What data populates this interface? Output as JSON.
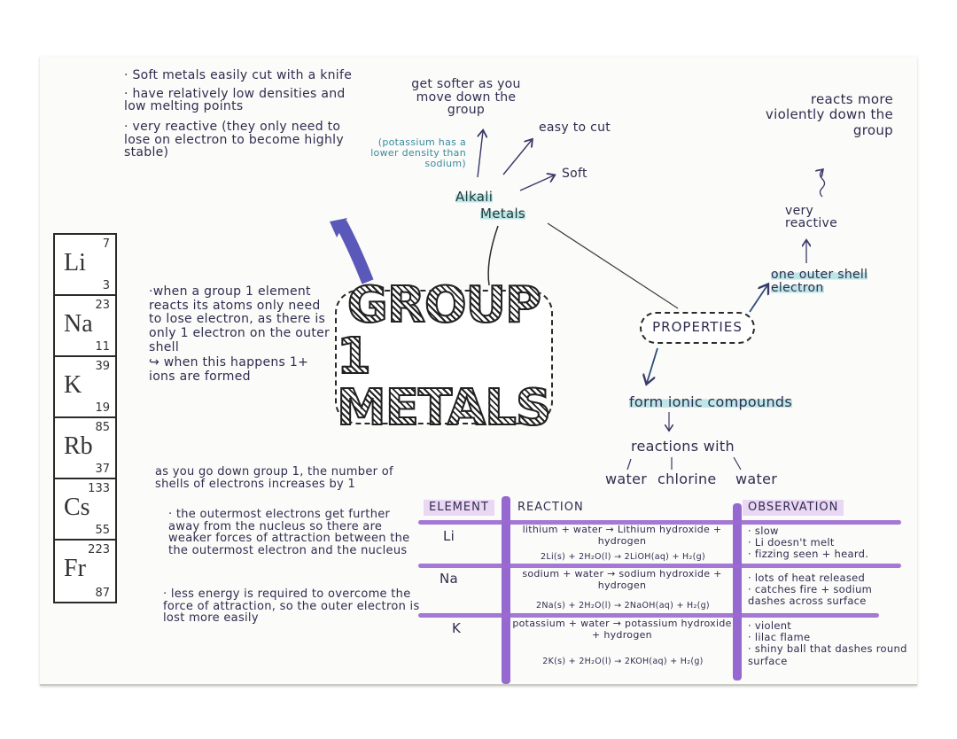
{
  "title": {
    "line1": "GROUP",
    "line2": "1 METALS"
  },
  "left_notes": [
    "· Soft metals easily cut with a knife",
    "· have relatively low densities and low melting points",
    "· very reactive (they only need to lose on electron to become highly stable)"
  ],
  "periodic_column": [
    {
      "symbol": "Li",
      "mass": "7",
      "number": "3"
    },
    {
      "symbol": "Na",
      "mass": "23",
      "number": "11"
    },
    {
      "symbol": "K",
      "mass": "39",
      "number": "19"
    },
    {
      "symbol": "Rb",
      "mass": "85",
      "number": "37"
    },
    {
      "symbol": "Cs",
      "mass": "133",
      "number": "55"
    },
    {
      "symbol": "Fr",
      "mass": "223",
      "number": "87"
    }
  ],
  "ion_note": {
    "text": "·when a group 1 element reacts its atoms only need to lose electron, as there is only 1 electron on the outer shell",
    "arrow_text": "↪ when this happens 1+ ions are formed"
  },
  "alkali": {
    "label_line1": "Alkali",
    "label_line2": "Metals",
    "branches": {
      "softer": "get softer as you move down the group",
      "density_note": "(potassium has a lower density than sodium)",
      "easy_cut": "easy to cut",
      "soft": "Soft"
    }
  },
  "properties": {
    "label": "PROPERTIES",
    "outer_shell": "one outer shell electron",
    "very_reactive": "very reactive",
    "violent": "reacts more violently down the group",
    "ionic": "form ionic compounds",
    "reactions_with": "reactions with",
    "reactants": [
      "water",
      "chlorine",
      "water"
    ]
  },
  "trend_notes": {
    "intro": "as you go down group 1, the number of shells of electrons increases by 1",
    "point1": "· the outermost electrons get further away from the nucleus so there are weaker forces of attraction between the the outermost electron and the nucleus",
    "point2": "· less energy is required to overcome the force of attraction, so the outer electron is lost more easily"
  },
  "reaction_table": {
    "headers": [
      "ELEMENT",
      "REACTION",
      "OBSERVATION"
    ],
    "rows": [
      {
        "element": "Li",
        "reaction": "lithium + water → Lithium hydroxide + hydrogen",
        "equation": "2Li(s) + 2H₂O(l) → 2LiOH(aq) + H₂(g)",
        "observation": "· slow\n· Li doesn't melt\n· fizzing seen + heard."
      },
      {
        "element": "Na",
        "reaction": "sodium + water → sodium hydroxide + hydrogen",
        "equation": "2Na(s) + 2H₂O(l) → 2NaOH(aq) + H₂(g)",
        "observation": "· lots of heat released\n· catches fire + sodium dashes across surface"
      },
      {
        "element": "K",
        "reaction": "potassium + water → potassium hydroxide + hydrogen",
        "equation": "2K(s) + 2H₂O(l) → 2KOH(aq) + H₂(g)",
        "observation": "· violent\n· lilac flame\n· shiny ball that dashes round surface"
      }
    ]
  },
  "colors": {
    "ink": "#2f2d4f",
    "teal_highlight": "#bfe6e6",
    "teal_text": "#3a8aa0",
    "purple_marker": "#8c5ccc",
    "purple_highlight": "#ead7f3",
    "arrow_blue": "#5a58b8"
  }
}
